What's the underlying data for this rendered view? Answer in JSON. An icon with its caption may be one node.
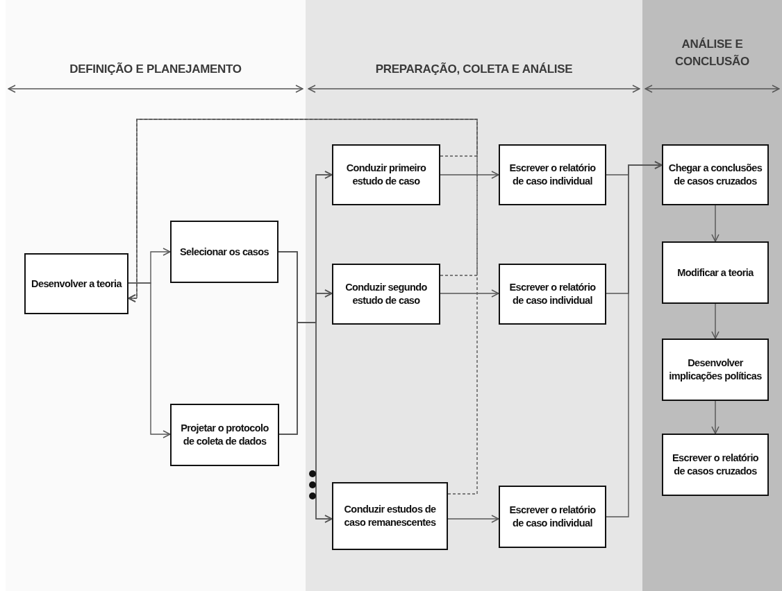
{
  "diagram": {
    "nodes": [
      {
        "text": [
          "Desenvolver a teoria"
        ]
      },
      {
        "text": [
          "Selecionar os casos"
        ]
      },
      {
        "text": [
          "Projetar o protocolo de coleta de dados"
        ]
      },
      {
        "text": [
          "Conduzir primeiro estudo de caso"
        ]
      },
      {
        "text": [
          "Conduzir segundo estudo de caso"
        ]
      },
      {
        "text": [
          "Conduzir estudos de caso remanescentes"
        ]
      },
      {
        "text": [
          "Escrever o relatório de caso individual"
        ]
      },
      {
        "text": [
          "Escrever o relatório de caso individual"
        ]
      },
      {
        "text": [
          "Escrever o relatório de caso individual"
        ]
      },
      {
        "text": [
          "Chegar a conclusões de casos cruzados"
        ]
      },
      {
        "text": [
          "Modificar a teoria"
        ]
      },
      {
        "text": [
          "Desenvolver implicações políticas"
        ]
      },
      {
        "text": [
          "Escrever o relatório de casos cruzados"
        ]
      }
    ],
    "edges": [
      {
        "from": 0,
        "to": 1,
        "arrow": "to"
      },
      {
        "from": 0,
        "to": 2,
        "arrow": "to"
      },
      {
        "from": 1,
        "to": 3,
        "arrow": "to"
      },
      {
        "from": 1,
        "to": 4,
        "arrow": "to"
      },
      {
        "from": 1,
        "to": 5,
        "arrow": "to"
      },
      {
        "from": 2,
        "to": 3,
        "arrow": "to"
      },
      {
        "from": 2,
        "to": 4,
        "arrow": "to"
      },
      {
        "from": 2,
        "to": 5,
        "arrow": "to"
      },
      {
        "from": 3,
        "to": 6,
        "arrow": "to"
      },
      {
        "from": 4,
        "to": 7,
        "arrow": "to"
      },
      {
        "from": 5,
        "to": 8,
        "arrow": "to"
      },
      {
        "from": 6,
        "to": 9,
        "arrow": "to"
      },
      {
        "from": 7,
        "to": 9,
        "arrow": "to"
      },
      {
        "from": 8,
        "to": 9,
        "arrow": "to"
      },
      {
        "from": 9,
        "to": 10,
        "arrow": "to"
      },
      {
        "from": 10,
        "to": 11,
        "arrow": "to"
      },
      {
        "from": 11,
        "to": 12,
        "arrow": "to"
      },
      {
        "from": 3,
        "to": 0,
        "arrow": "to",
        "style": "dashed"
      },
      {
        "from": 4,
        "to": 0,
        "arrow": "to",
        "style": "dashed"
      },
      {
        "from": 5,
        "to": 0,
        "arrow": "to",
        "style": "dashed"
      }
    ],
    "labels": [
      "DEFINIÇÃO E PLANEJAMENTO",
      "PREPARAÇÃO, COLETA E ANÁLISE",
      "ANÁLISE E CONCLUSÃO"
    ]
  }
}
